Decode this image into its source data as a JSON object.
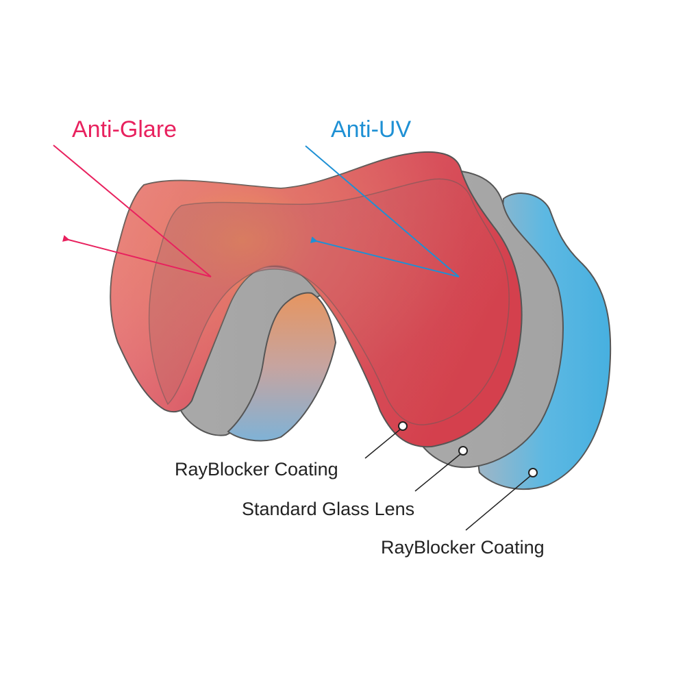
{
  "labels": {
    "anti_glare": "Anti-Glare",
    "anti_uv": "Anti-UV"
  },
  "layers": [
    {
      "label": "RayBlocker Coating"
    },
    {
      "label": "Standard Glass Lens"
    },
    {
      "label": "RayBlocker Coating"
    }
  ],
  "colors": {
    "anti_glare": "#e8215e",
    "anti_uv": "#1e90d4",
    "front_coating": "#d9414f",
    "glass_lens": "#a7a7a7",
    "back_coating": "#4bb3e2",
    "outline": "#555555",
    "text": "#222222"
  }
}
